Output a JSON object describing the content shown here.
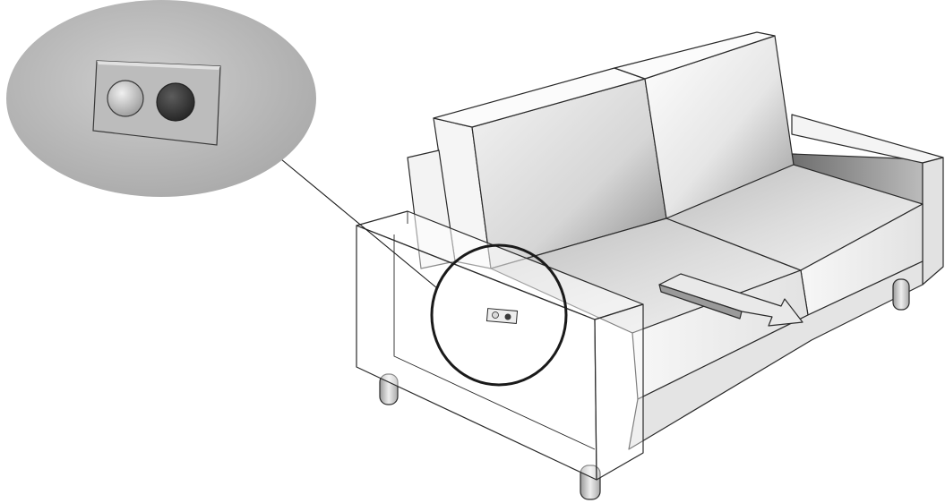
{
  "diagram": {
    "subject": "sofa-with-side-control-panel",
    "callout_icon": "two-button-control-panel",
    "arrow_icon": "slide-out-arrow",
    "colors": {
      "background": "#ffffff",
      "outline": "#2a2a2a",
      "callout_fill": "#b9b9b9",
      "button_light": "#d2d2d2",
      "button_dark": "#4a4a4a"
    }
  }
}
